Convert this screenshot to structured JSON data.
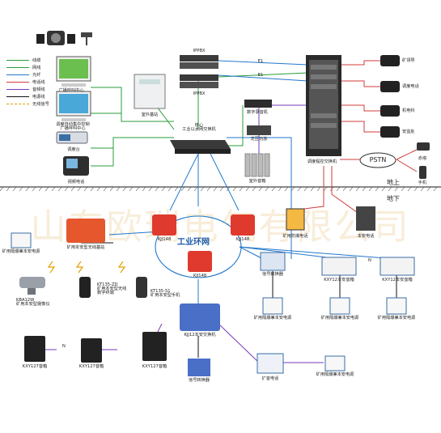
{
  "legend": [
    {
      "label": "线缆",
      "color": "#2a9d3a"
    },
    {
      "label": "网线",
      "color": "#2a9d3a"
    },
    {
      "label": "光纤",
      "color": "#2277cc"
    },
    {
      "label": "电话线",
      "color": "#d23b3b"
    },
    {
      "label": "音频线",
      "color": "#7a3ab8"
    },
    {
      "label": "电源线",
      "color": "#111111"
    },
    {
      "label": "无线信号",
      "color": "#e0a000"
    }
  ],
  "labels": {
    "broadcast_center": "广播呼叫中心",
    "dispatch_center": "调度自动集中控制\n广播呼叫中心",
    "dispatch_desk": "调度台",
    "video_phone": "视频电话",
    "outdoor_box": "室外基站",
    "ippbx_top": "IPPBX",
    "ippbx_mid": "IPPBX",
    "core_switch": "核心\n工业以太网交换机",
    "digital_recorder": "数字录音机",
    "surge": "定压功放",
    "outdoor_speaker": "室外音箱",
    "e1_top": "E1",
    "e1_mid": "E1",
    "dispatcher_switch": "调度程控交换机",
    "pstn": "PSTN",
    "mobile_a": "赤塔",
    "mobile_b": "手机",
    "phone_1": "矿领导",
    "phone_2": "调度电话",
    "phone_3": "机电科",
    "phone_4": "安监处",
    "ground_up": "地上",
    "ground_down": "地下",
    "ring_title": "工业环网",
    "kjj_left": "KJJ148",
    "kjj_right": "KJJ148",
    "kjj_bottom": "KJJ148",
    "mine_wireless_base": "矿用本安型无线基站",
    "mine_power_1": "矿用隔爆兼本安电源",
    "camera": "KBA12W\n矿用本安型摄像仪",
    "handheld_1": "KT135-ZD\n矿用本安型无线\n数字终端",
    "handheld_2": "KT135-S1\n矿用本安型手机",
    "mine_fan_phone": "矿用防爆电话",
    "intrinsic_phone": "本安电话",
    "signal_box_a": "信号转换器",
    "broadcast_box_1": "KXY12本安音箱",
    "broadcast_box_2": "KXY12本安音箱",
    "mine_power_2": "矿用隔爆兼本安电源",
    "mine_power_3": "矿用隔爆兼本安电源",
    "mine_power_4": "矿用隔爆兼本安电源",
    "switch_kjj12": "KJJ12本安交换机",
    "signal_box_b": "信号转换器",
    "fan_phone": "扩音电话",
    "mine_power_5": "矿用隔爆兼本安电源",
    "amp_1": "KXY127音箱",
    "amp_2": "KXY127音箱",
    "amp_3": "KXY127音箱",
    "n_mark_1": "N",
    "n_mark_2": "N",
    "watermark": "山东欧瑞电气有限公司"
  }
}
